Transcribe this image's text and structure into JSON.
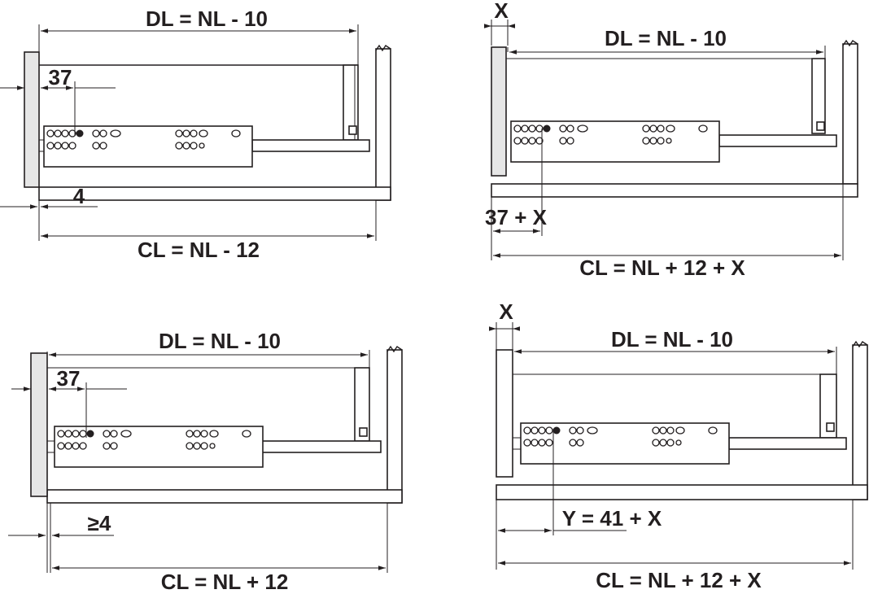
{
  "panels": [
    {
      "dl_label": "DL = NL - 10",
      "cl_label": "CL = NL - 12",
      "offset_label": "37",
      "gap_label": "4"
    },
    {
      "x_label": "X",
      "dl_label": "DL = NL - 10",
      "cl_label": "CL = NL + 12 + X",
      "offset_label": "37 + X"
    },
    {
      "dl_label": "DL = NL - 10",
      "cl_label": "CL = NL + 12",
      "offset_label": "37",
      "gap_label": "≥4"
    },
    {
      "x_label": "X",
      "dl_label": "DL = NL - 10",
      "cl_label": "CL = NL + 12 + X",
      "offset_label": "Y = 41 + X"
    }
  ]
}
